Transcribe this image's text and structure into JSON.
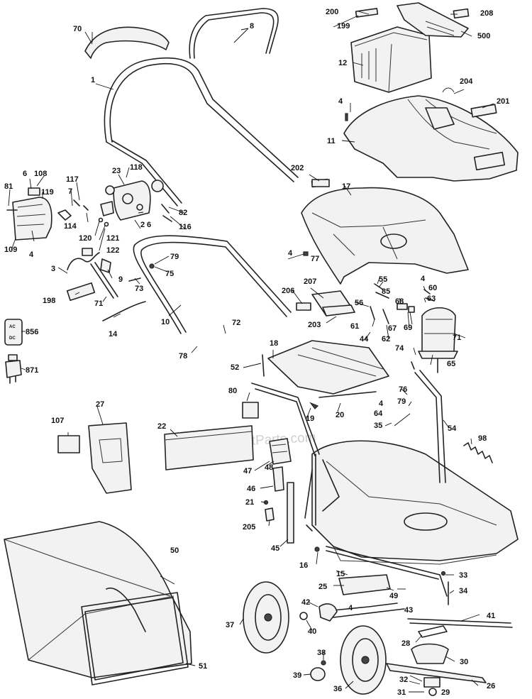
{
  "watermark": "eReplacementParts.com",
  "callouts": {
    "c1": "1",
    "c2": "2",
    "c3": "3",
    "c4a": "4",
    "c4b": "4",
    "c4c": "4",
    "c4d": "4",
    "c4e": "4",
    "c4f": "4",
    "c6a": "6",
    "c6b": "6",
    "c7": "7",
    "c8": "8",
    "c9": "9",
    "c10": "10",
    "c11": "11",
    "c12": "12",
    "c14": "14",
    "c15": "15",
    "c16": "16",
    "c17": "17",
    "c18": "18",
    "c19": "19",
    "c20": "20",
    "c21": "21",
    "c22": "22",
    "c23": "23",
    "c25": "25",
    "c26": "26",
    "c27": "27",
    "c28": "28",
    "c29": "29",
    "c30": "30",
    "c31": "31",
    "c32": "32",
    "c33": "33",
    "c34": "34",
    "c35": "35",
    "c36": "36",
    "c37": "37",
    "c38": "38",
    "c39": "39",
    "c40": "40",
    "c41": "41",
    "c42": "42",
    "c43": "43",
    "c44": "44",
    "c45": "45",
    "c46": "46",
    "c47": "47",
    "c48": "48",
    "c49": "49",
    "c50": "50",
    "c51": "51",
    "c52": "52",
    "c54": "54",
    "c55": "55",
    "c56": "56",
    "c60": "60",
    "c61": "61",
    "c62": "62",
    "c63": "63",
    "c64": "64",
    "c65": "65",
    "c67": "67",
    "c68": "68",
    "c69": "69",
    "c70": "70",
    "c71a": "71",
    "c71b": "71",
    "c72": "72",
    "c73": "73",
    "c74": "74",
    "c75": "75",
    "c76": "76",
    "c77": "77",
    "c78": "78",
    "c79a": "79",
    "c79b": "79",
    "c80": "80",
    "c81": "81",
    "c82": "82",
    "c85": "85",
    "c98": "98",
    "c107": "107",
    "c108": "108",
    "c109": "109",
    "c114": "114",
    "c116": "116",
    "c117": "117",
    "c118": "118",
    "c119": "119",
    "c120": "120",
    "c121": "121",
    "c122": "122",
    "c198": "198",
    "c199": "199",
    "c200": "200",
    "c201": "201",
    "c202": "202",
    "c203": "203",
    "c204": "204",
    "c205": "205",
    "c206": "206",
    "c207": "207",
    "c208": "208",
    "c500": "500",
    "c856": "856",
    "c871": "871"
  },
  "charger_labels": {
    "ac": "AC",
    "dc": "DC"
  }
}
